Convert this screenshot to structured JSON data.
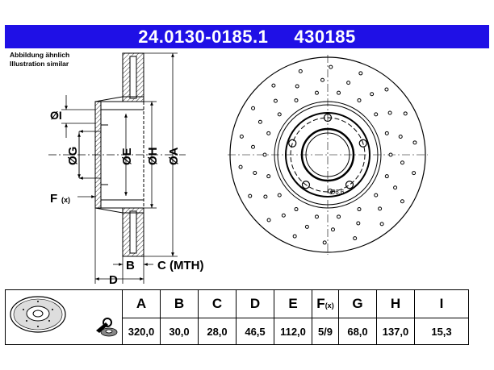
{
  "header": {
    "part_number": "24.0130-0185.1",
    "ref_number": "430185",
    "accent_color": "#1f10e6"
  },
  "notes": {
    "line1": "Abbildung ähnlich",
    "line2": "Illustration similar"
  },
  "diagram": {
    "labels": {
      "I": "ØI",
      "G": "ØG",
      "E": "ØE",
      "H": "ØH",
      "A": "ØA",
      "F": "F",
      "F_sub": "(x)",
      "B": "B",
      "C": "C (MTH)",
      "D": "D",
      "bolt_hole": "Ø6,6"
    }
  },
  "table": {
    "headers": [
      "A",
      "B",
      "C",
      "D",
      "E",
      "F",
      "G",
      "H",
      "I"
    ],
    "f_sub": "(x)",
    "values": [
      "320,0",
      "30,0",
      "28,0",
      "46,5",
      "112,0",
      "5/9",
      "68,0",
      "137,0",
      "15,3"
    ]
  },
  "icons": [
    "brake-disc-icon",
    "wrench-icon"
  ]
}
